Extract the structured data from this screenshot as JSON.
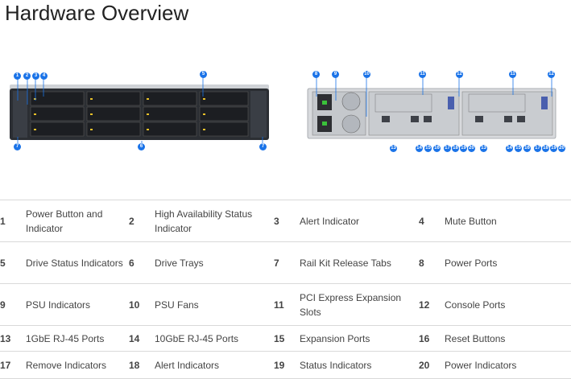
{
  "title": "Hardware Overview",
  "callouts": {
    "front": [
      "1",
      "2",
      "3",
      "4",
      "5",
      "6",
      "7",
      "7"
    ],
    "rear": [
      "8",
      "9",
      "10",
      "11",
      "11",
      "12",
      "12",
      "13",
      "14",
      "15",
      "16",
      "17",
      "18",
      "19",
      "20",
      "13",
      "14",
      "15",
      "16",
      "17",
      "18",
      "19",
      "20"
    ]
  },
  "items": [
    {
      "num": "1",
      "label": "Power Button and Indicator"
    },
    {
      "num": "2",
      "label": "High Availability Status Indicator"
    },
    {
      "num": "3",
      "label": "Alert Indicator"
    },
    {
      "num": "4",
      "label": "Mute Button"
    },
    {
      "num": "5",
      "label": "Drive Status Indicators"
    },
    {
      "num": "6",
      "label": "Drive Trays"
    },
    {
      "num": "7",
      "label": "Rail Kit Release Tabs"
    },
    {
      "num": "8",
      "label": "Power Ports"
    },
    {
      "num": "9",
      "label": "PSU Indicators"
    },
    {
      "num": "10",
      "label": "PSU Fans"
    },
    {
      "num": "11",
      "label": "PCI Express Expansion Slots"
    },
    {
      "num": "12",
      "label": "Console Ports"
    },
    {
      "num": "13",
      "label": "1GbE RJ-45 Ports"
    },
    {
      "num": "14",
      "label": "10GbE RJ-45 Ports"
    },
    {
      "num": "15",
      "label": "Expansion Ports"
    },
    {
      "num": "16",
      "label": "Reset Buttons"
    },
    {
      "num": "17",
      "label": "Remove Indicators"
    },
    {
      "num": "18",
      "label": "Alert Indicators"
    },
    {
      "num": "19",
      "label": "Status Indicators"
    },
    {
      "num": "20",
      "label": "Power Indicators"
    }
  ]
}
